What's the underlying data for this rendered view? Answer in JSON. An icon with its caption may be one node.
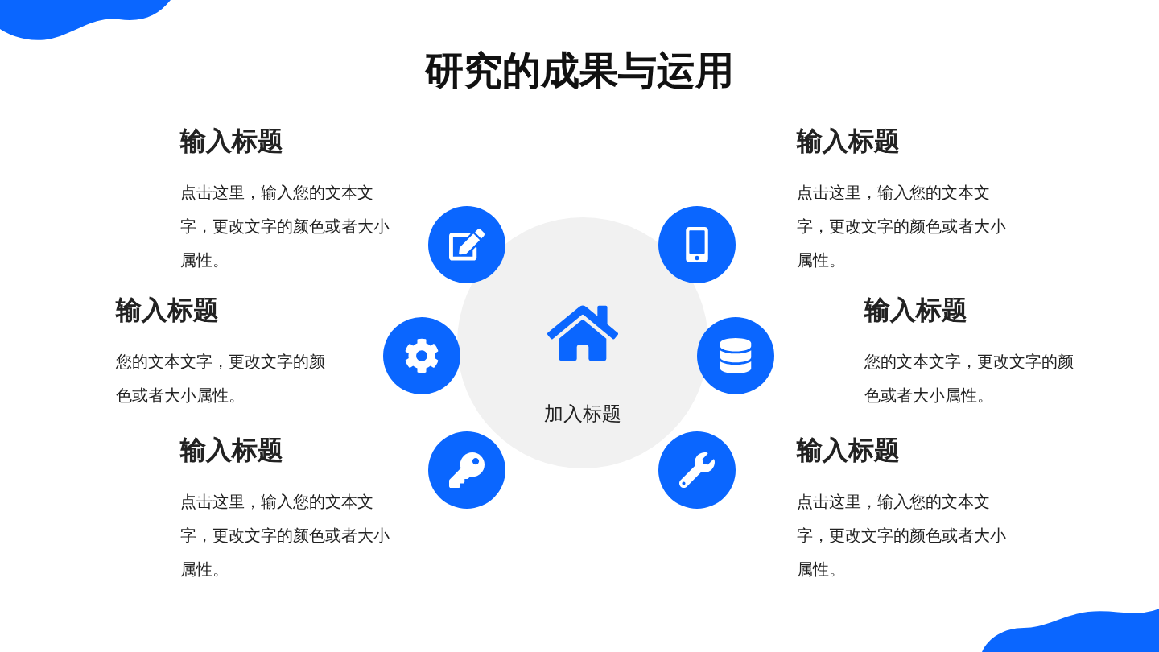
{
  "diagram": {
    "title": "研究的成果与运用",
    "nodes": [
      {
        "text": [
          "加入标题"
        ]
      },
      {
        "text": [],
        "shape": "circle"
      },
      {
        "text": [],
        "shape": "circle"
      },
      {
        "text": [],
        "shape": "circle"
      },
      {
        "text": [],
        "shape": "circle"
      },
      {
        "text": [],
        "shape": "circle"
      },
      {
        "text": [],
        "shape": "circle"
      }
    ],
    "labels": [
      "输入标题",
      "点击这里，输入您的文本文字，更改文字的颜色或者大小属性。",
      "输入标题",
      "点击这里，输入您的文本文字，更改文字的颜色或者大小属性。",
      "输入标题",
      "您的文本文字，更改文字的颜色或者大小属性。",
      "输入标题",
      "您的文本文字，更改文字的颜色或者大小属性。",
      "输入标题",
      "点击这里，输入您的文本文字，更改文字的颜色或者大小属性。",
      "输入标题",
      "点击这里，输入您的文本文字，更改文字的颜色或者大小属性。"
    ]
  }
}
